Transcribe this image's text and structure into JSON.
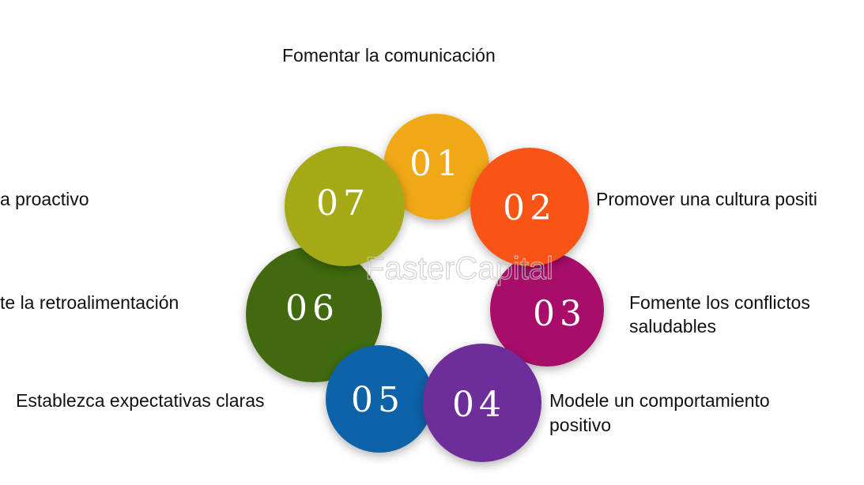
{
  "diagram": {
    "items": [
      {
        "number": "01",
        "label": "Fomentar la comunicación",
        "color": "#F0A816"
      },
      {
        "number": "02",
        "label": "Promover una cultura positi",
        "color": "#FA5219"
      },
      {
        "number": "03",
        "label_lines": [
          "Fomente los conflictos",
          "saludables"
        ],
        "color": "#A8086A"
      },
      {
        "number": "04",
        "label_lines": [
          "Modele un comportamiento",
          "positivo"
        ],
        "color": "#6E2E9A"
      },
      {
        "number": "05",
        "label": "Establezca expectativas claras",
        "color": "#0A62A8"
      },
      {
        "number": "06",
        "label": "te la retroalimentación",
        "color": "#3F6B0A"
      },
      {
        "number": "07",
        "label": "a proactivo",
        "color": "#A3AA12"
      }
    ],
    "watermark": "FasterCapital"
  }
}
